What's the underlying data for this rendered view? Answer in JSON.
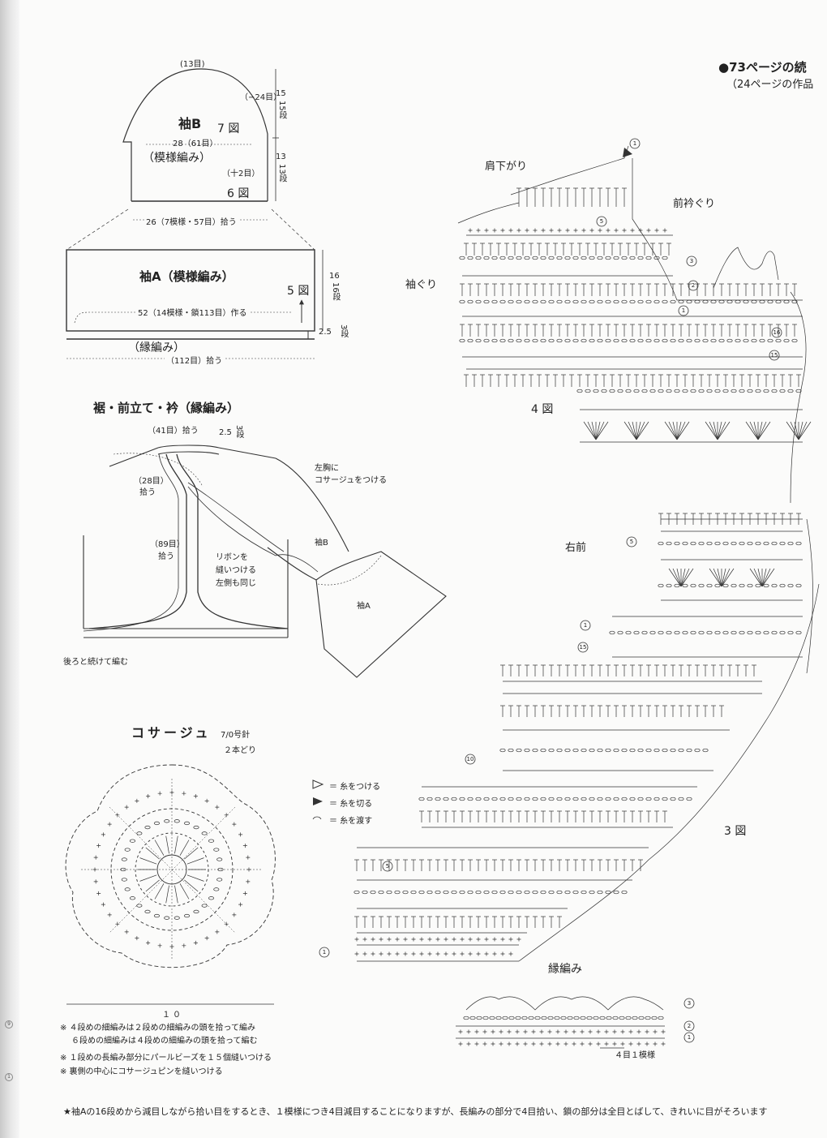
{
  "header": {
    "title": "●73ページの続",
    "subtitle": "（24ページの作品"
  },
  "sleeve_b": {
    "top": "(13目)",
    "title": "袖B",
    "fig": "7 図",
    "width": "28（61目）",
    "pattern": "（模様編み）",
    "dec": "（−24目）",
    "inc": "（十2目）",
    "fig2": "6 図",
    "h1": "15",
    "h1b": "15段",
    "h2": "13",
    "h2b": "13段",
    "pickup": "26（7模様・57目）拾う"
  },
  "sleeve_a": {
    "title": "袖A（模様編み）",
    "fig": "5 図",
    "h": "16",
    "hb": "16段",
    "base": "52（14模様・鎖113目）作る",
    "edge": "（縁編み）",
    "edge_h": "2.5",
    "edge_hb": "3段",
    "pickup": "（112目）拾う"
  },
  "body": {
    "title": "裾・前立て・衿（縁編み）",
    "collar": "（41目）拾う",
    "collar_h": "2.5",
    "collar_hb": "3段",
    "front_upper": "（28目）",
    "front_upper_b": "拾う",
    "front_lower": "（89目）",
    "front_lower_b": "拾う",
    "corsage_note": "左胸に",
    "corsage_note_b": "コサージュをつける",
    "ribbon": "リボンを",
    "ribbon_b": "縫いつける",
    "ribbon_c": "左側も同じ",
    "sleeve_b": "袖B",
    "sleeve_a": "袖A",
    "back": "後ろと続けて編む"
  },
  "corsage": {
    "title": "コサージュ",
    "hook": "7/0号針",
    "yarn": "２本どり",
    "size": "１０"
  },
  "legend": [
    {
      "sym": "▷",
      "text": "＝ 糸をつける"
    },
    {
      "sym": "▶",
      "text": "＝ 糸を切る"
    },
    {
      "sym": "⌒→",
      "text": "＝ 糸を渡す"
    }
  ],
  "chart_labels": {
    "shoulder": "肩下がり",
    "neck": "前衿ぐり",
    "armhole": "袖ぐり",
    "fig4": "4 図",
    "right_front": "右前",
    "fig3": "3 図",
    "edge": "縁編み",
    "repeat": "４目１模様"
  },
  "row_numbers": [
    "1",
    "5",
    "3",
    "2",
    "1",
    "16",
    "15",
    "5",
    "1",
    "15",
    "10",
    "5",
    "1",
    "3",
    "2",
    "1"
  ],
  "notes": [
    "※ ４段めの細編みは２段めの細編みの頭を拾って編み",
    "６段めの細編みは４段めの細編みの頭を拾って編む",
    "※ １段めの長編み部分にパールビーズを１５個縫いつける",
    "※ 裏側の中心にコサージュピンを縫いつける"
  ],
  "footer": "★袖Aの16段めから減目しながら拾い目をするとき、１模様につき4目減目することになりますが、長編みの部分で4目拾い、鎖の部分は全目とばして、きれいに目がそろいます",
  "page_marks": [
    "9",
    "1"
  ]
}
